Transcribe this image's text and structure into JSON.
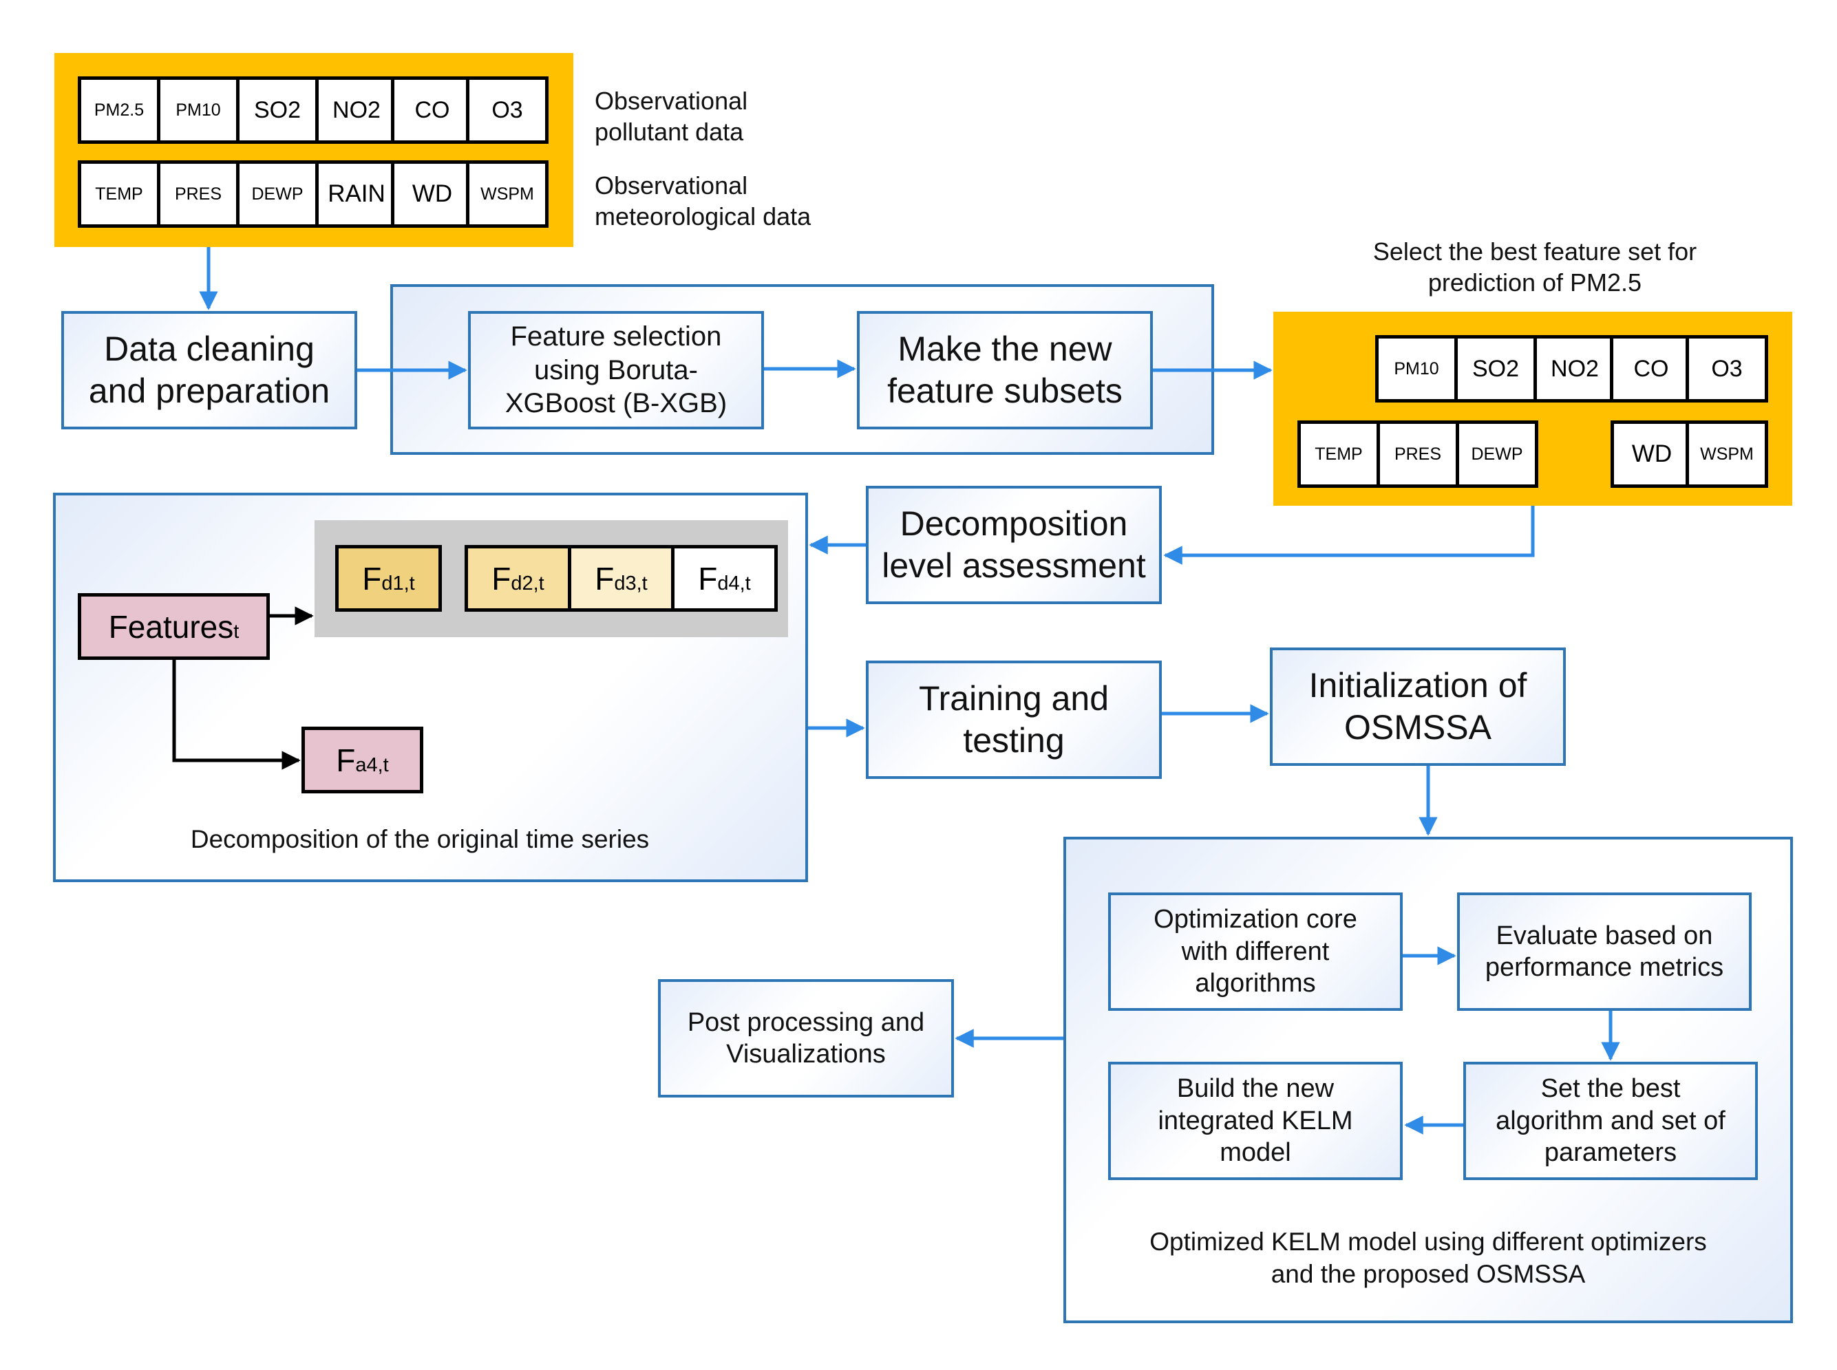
{
  "pollutant_row": [
    "PM2.5",
    "PM10",
    "SO2",
    "NO2",
    "CO",
    "O3"
  ],
  "meteorological_row": [
    "TEMP",
    "PRES",
    "DEWP",
    "RAIN",
    "WD",
    "WSPM"
  ],
  "labels": {
    "observational_pollutant": "Observational\npollutant data",
    "observational_meteorological": "Observational\nmeteorological data",
    "select_best_feature_set": "Select the best feature set for\nprediction of PM2.5",
    "decomposition_caption": "Decomposition of the original time series",
    "kelm_caption": "Optimized KELM model using different optimizers\nand the proposed OSMSSA"
  },
  "boxes": {
    "data_cleaning": "Data cleaning\nand preparation",
    "feature_selection": "Feature selection\nusing Boruta-\nXGBoost (B-XGB)",
    "new_feature_subsets": "Make the new\nfeature subsets",
    "decomposition_level": "Decomposition\nlevel assessment",
    "training_testing": "Training and\ntesting",
    "initialization_osmssa": "Initialization of\nOSMSSA",
    "optimization_core": "Optimization core\nwith different\nalgorithms",
    "evaluate_metrics": "Evaluate based on\nperformance metrics",
    "set_best_algorithm": "Set the best\nalgorithm and set of\nparameters",
    "build_kelm": "Build the new\nintegrated KELM\nmodel",
    "post_processing": "Post processing and\nVisualizations"
  },
  "selected_pollutants": [
    "PM10",
    "SO2",
    "NO2",
    "CO",
    "O3"
  ],
  "selected_meteorological_left": [
    "TEMP",
    "PRES",
    "DEWP"
  ],
  "selected_meteorological_right": [
    "WD",
    "WSPM"
  ],
  "decomposition": {
    "features": {
      "base": "Features",
      "sub": "t"
    },
    "details": [
      {
        "base": "F",
        "sub": "d1,t"
      },
      {
        "base": "F",
        "sub": "d2,t"
      },
      {
        "base": "F",
        "sub": "d3,t"
      },
      {
        "base": "F",
        "sub": "d4,t"
      }
    ],
    "approximation": {
      "base": "F",
      "sub": "a4,t"
    }
  },
  "colors": {
    "accent_blue": "#2E75B6",
    "arrow_blue": "#2F8BE6",
    "orange": "#FFC000",
    "features_pink": "#E6C3CE",
    "detail_1": "#F0D27E",
    "detail_2": "#F7DFA0",
    "detail_3": "#FCF0CC",
    "detail_4": "#FFFFFF",
    "grey_band": "#CCCCCC"
  }
}
